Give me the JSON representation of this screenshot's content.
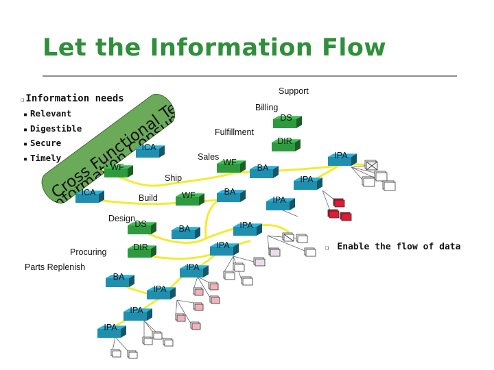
{
  "title": "Let the Information Flow",
  "needs": {
    "title": "Information needs",
    "items": [
      "Relevant",
      "Digestible",
      "Secure",
      "Timely"
    ]
  },
  "band": {
    "line1": "Cross Functional Team",
    "line2": "Information Consumer"
  },
  "labels": [
    {
      "id": "support",
      "text": "Support"
    },
    {
      "id": "billing",
      "text": "Billing"
    },
    {
      "id": "fulfillment",
      "text": "Fulfillment"
    },
    {
      "id": "sales",
      "text": "Sales"
    },
    {
      "id": "ship",
      "text": "Ship"
    },
    {
      "id": "build",
      "text": "Build"
    },
    {
      "id": "design",
      "text": "Design"
    },
    {
      "id": "procuring",
      "text": "Procuring"
    },
    {
      "id": "parts-replenish",
      "text": "Parts Replenish"
    }
  ],
  "blocks": [
    {
      "id": "ds-top",
      "text": "DS",
      "color": "#2e9a40"
    },
    {
      "id": "dir-top",
      "text": "DIR",
      "color": "#2e9a40"
    },
    {
      "id": "ica-1",
      "text": "ICA",
      "color": "#1f8fb0"
    },
    {
      "id": "wf-1",
      "text": "WF",
      "color": "#2e9a40"
    },
    {
      "id": "wf-sales",
      "text": "WF",
      "color": "#2e9a40"
    },
    {
      "id": "ba-1",
      "text": "BA",
      "color": "#1f8fb0"
    },
    {
      "id": "ipa-1",
      "text": "IPA",
      "color": "#1f8fb0"
    },
    {
      "id": "ipa-2",
      "text": "IPA",
      "color": "#1f8fb0"
    },
    {
      "id": "ica-2",
      "text": "ICA",
      "color": "#1f8fb0"
    },
    {
      "id": "wf-2",
      "text": "WF",
      "color": "#2e9a40"
    },
    {
      "id": "ba-2",
      "text": "BA",
      "color": "#1f8fb0"
    },
    {
      "id": "ipa-3",
      "text": "IPA",
      "color": "#1f8fb0"
    },
    {
      "id": "ds-2",
      "text": "DS",
      "color": "#2e9a40"
    },
    {
      "id": "ba-3",
      "text": "BA",
      "color": "#1f8fb0"
    },
    {
      "id": "ipa-4",
      "text": "IPA",
      "color": "#1f8fb0"
    },
    {
      "id": "dir-2",
      "text": "DIR",
      "color": "#2e9a40"
    },
    {
      "id": "ipa-5",
      "text": "IPA",
      "color": "#1f8fb0"
    },
    {
      "id": "ipa-6",
      "text": "IPA",
      "color": "#1f8fb0"
    },
    {
      "id": "ba-4",
      "text": "BA",
      "color": "#1f8fb0"
    },
    {
      "id": "ipa-7",
      "text": "IPA",
      "color": "#1f8fb0"
    },
    {
      "id": "ipa-8",
      "text": "IPA",
      "color": "#1f8fb0"
    },
    {
      "id": "ipa-9",
      "text": "IPA",
      "color": "#1f8fb0"
    }
  ],
  "enable_note": "Enable the flow of data",
  "colors": {
    "title": "#2f8f3a",
    "band": "#6aaa58",
    "flow": "#f2ec2e",
    "blue_block": "#1f8fb0",
    "green_block": "#2e9a40"
  }
}
